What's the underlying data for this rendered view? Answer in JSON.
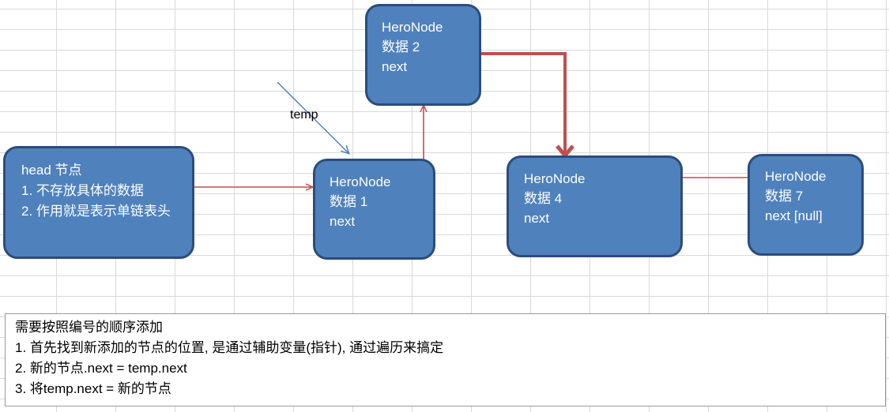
{
  "head_node": {
    "line1": "head 节点",
    "line2": "1. 不存放具体的数据",
    "line3": "2. 作用就是表示单链表头"
  },
  "nodes": [
    {
      "title": "HeroNode",
      "data": "数据 1",
      "next": "next"
    },
    {
      "title": "HeroNode",
      "data": "数据 2",
      "next": "next"
    },
    {
      "title": "HeroNode",
      "data": "数据 4",
      "next": "next"
    },
    {
      "title": "HeroNode",
      "data": "数据 7",
      "next": "next [null]"
    }
  ],
  "temp_label": "temp",
  "note": {
    "line1": "需要按照编号的顺序添加",
    "line2": "1. 首先找到新添加的节点的位置, 是通过辅助变量(指针), 通过遍历来搞定",
    "line3": "2. 新的节点.next = temp.next",
    "line4": "3. 将temp.next = 新的节点"
  },
  "colors": {
    "node_fill": "#4f81bd",
    "node_border": "#2a4d7c",
    "arrow_red": "#c0504d",
    "arrow_blue": "#4f81bd",
    "grid": "#d9d9d9"
  }
}
